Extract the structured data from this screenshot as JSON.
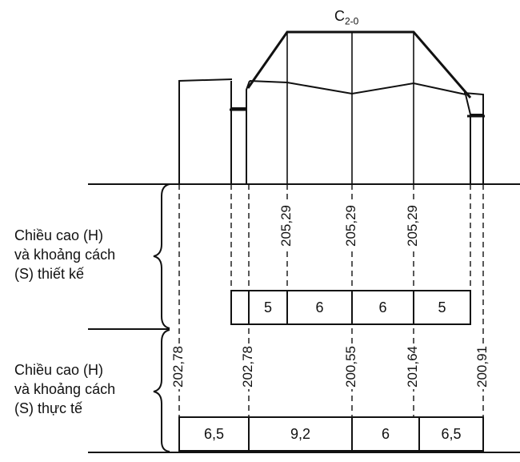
{
  "diagram": {
    "title_main": "C",
    "title_sub": "2-0",
    "design_label": [
      "Chiều cao (H)",
      "và khoảng cách",
      "(S) thiết kế"
    ],
    "actual_label": [
      "Chiều cao (H)",
      "và khoảng cách",
      "(S) thực tế"
    ],
    "design_heights": [
      "205,29",
      "205,29",
      "205,29"
    ],
    "design_spacings": [
      "5",
      "6",
      "6",
      "5"
    ],
    "actual_heights": [
      "202,78",
      "202,78",
      "200,55",
      "201,64",
      "200,91"
    ],
    "actual_spacings": [
      "6,5",
      "9,2",
      "6",
      "6,5"
    ]
  },
  "colors": {
    "ink": "#111111",
    "background": "#ffffff"
  }
}
